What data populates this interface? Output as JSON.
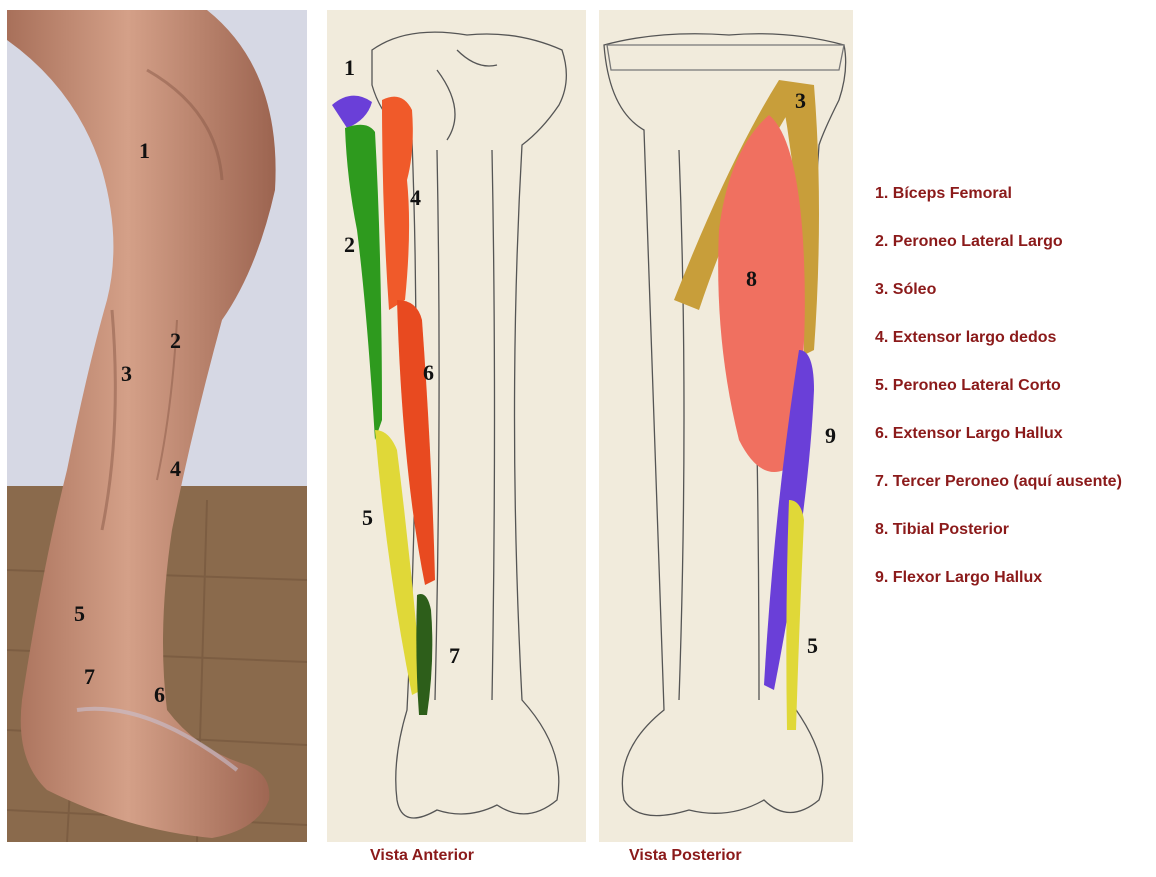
{
  "photo": {
    "labels": [
      "1",
      "2",
      "3",
      "4",
      "5",
      "7",
      "6"
    ]
  },
  "anterior": {
    "labels": [
      "1",
      "4",
      "2",
      "6",
      "5",
      "7"
    ],
    "caption": "Vista Anterior"
  },
  "posterior": {
    "labels": [
      "3",
      "8",
      "9",
      "5"
    ],
    "caption": "Vista Posterior"
  },
  "legend": [
    "1. Bíceps Femoral",
    "2. Peroneo Lateral Largo",
    "3. Sóleo",
    "4. Extensor largo dedos",
    "5. Peroneo Lateral Corto",
    "6. Extensor Largo Hallux",
    "7. Tercer Peroneo (aquí ausente)",
    "8. Tibial Posterior",
    "9. Flexor Largo Hallux"
  ],
  "colors": {
    "text": "#8b1a1a",
    "label": "#111111",
    "biceps_femoral": "#6a3fd8",
    "peroneo_lateral_largo": "#2e9a1e",
    "soleo": "#c89e3a",
    "extensor_largo_dedos": "#f05a2a",
    "peroneo_lateral_corto": "#e0d838",
    "extensor_largo_hallux": "#e84a20",
    "tercer_peroneo": "#2d5e1a",
    "tibial_posterior": "#f07060",
    "flexor_largo_hallux": "#6a3fd8"
  }
}
